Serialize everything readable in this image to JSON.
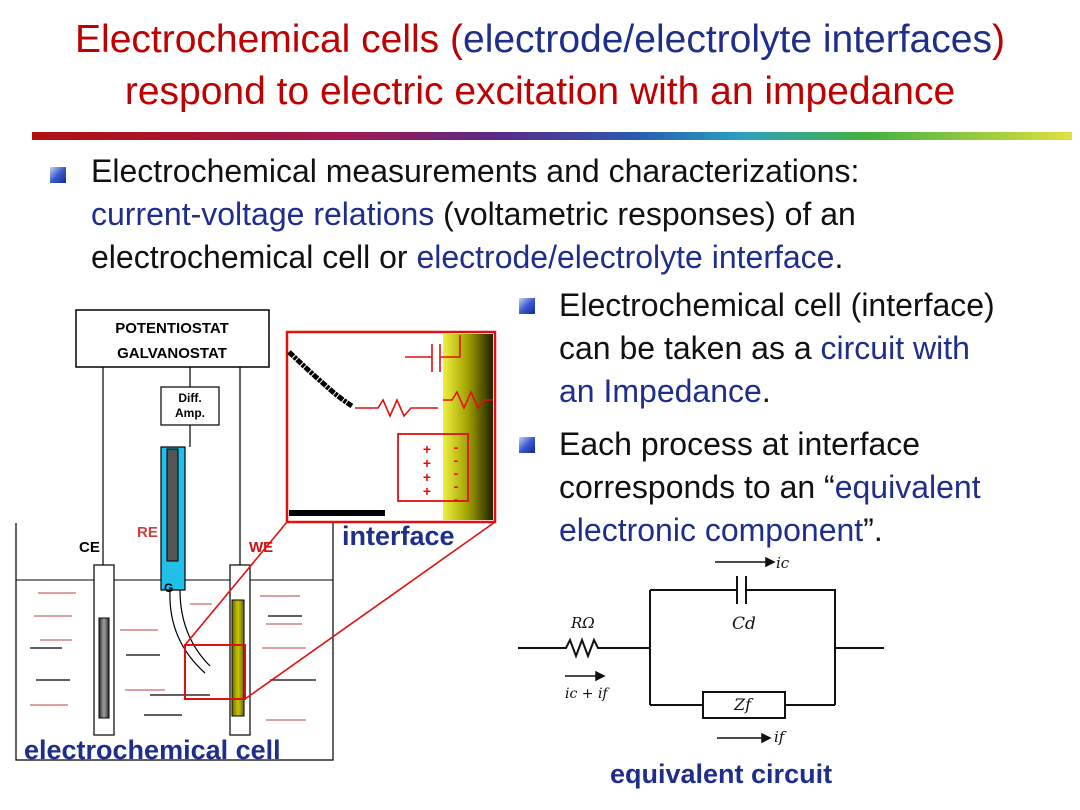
{
  "title": {
    "l1a": "Electrochemical cells (",
    "l1b": "electrode/electrolyte interfaces",
    "l1c": ")",
    "l2": "respond to electric excitation with an impedance"
  },
  "bullets": {
    "b1": {
      "p1": "Electrochemical measurements and characterizations:",
      "p2": "current-voltage relations",
      "p3": " (voltametric responses) of an",
      "p4": "electrochemical cell or ",
      "p5": "electrode/electrolyte interface",
      "p6": "."
    },
    "b2": {
      "p1": "Electrochemical cell (interface)",
      "p2": "can be taken as a ",
      "p3": "circuit  with",
      "p4": "an Impedance",
      "p5": "."
    },
    "b3": {
      "p1": "Each process at interface",
      "p2": "corresponds to an “",
      "p3": "equivalent",
      "p4": "electronic component",
      "p5": "”."
    }
  },
  "cell": {
    "box1": "POTENTIOSTAT",
    "box2": "GALVANOSTAT",
    "diff1": "Diff.",
    "diff2": "Amp.",
    "ce": "CE",
    "re": "RE",
    "we": "WE",
    "g": "G",
    "caption": "electrochemical cell"
  },
  "interface": {
    "caption": "interface",
    "plus": [
      "+",
      "+",
      "+",
      "+"
    ],
    "minus": [
      "-",
      "-",
      "-",
      "-",
      "-"
    ]
  },
  "circuit": {
    "r_label": "RΩ",
    "c_label": "Cd",
    "z_label": "Zf",
    "ic": "ic",
    "if": "if",
    "icf": "ic + if",
    "caption": "equivalent circuit"
  },
  "colors": {
    "title_red": "#c00000",
    "accent_blue": "#1f2e8c",
    "ref_electrode": "#20c0e8",
    "working_electrode": "#b0b000",
    "interface_red": "#e01010"
  }
}
